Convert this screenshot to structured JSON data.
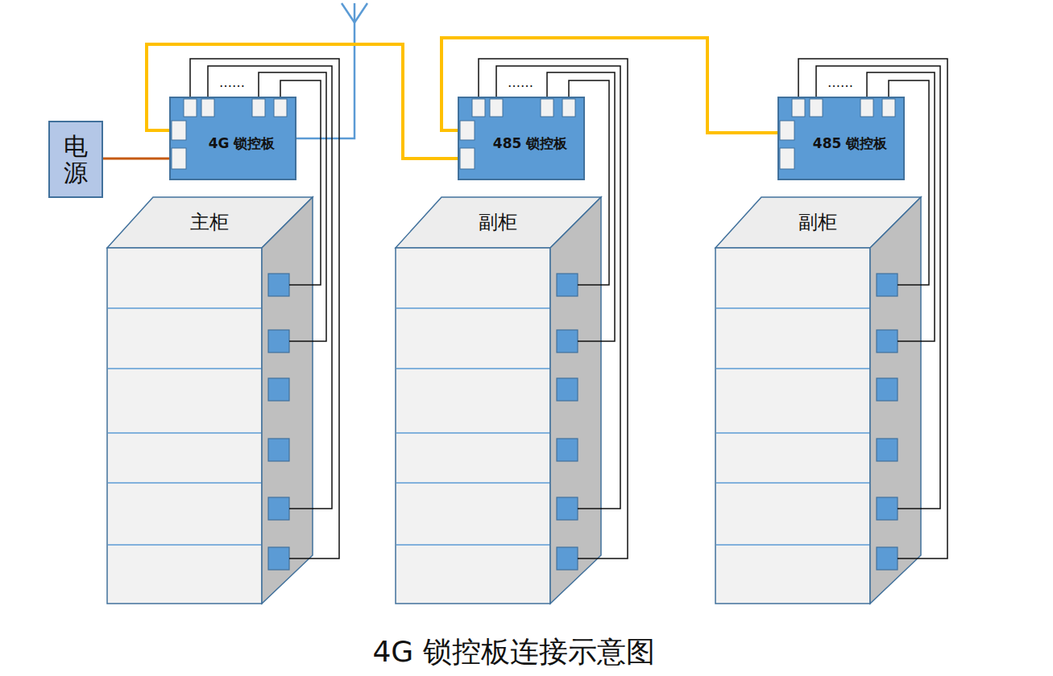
{
  "diagram": {
    "caption": "4G 锁控板连接示意图",
    "nodes": [
      {
        "text": [
          "电源"
        ]
      },
      {
        "text": [
          "4G 锁控板"
        ]
      },
      {
        "text": [
          "485 锁控板"
        ]
      },
      {
        "text": [
          "485 锁控板"
        ]
      },
      {
        "text": [
          "主柜"
        ]
      },
      {
        "text": [
          "副柜"
        ]
      },
      {
        "text": [
          "副柜"
        ]
      }
    ],
    "edges": [
      {
        "from": 0,
        "to": 1,
        "arrow": "none"
      },
      {
        "from": 1,
        "to": 2,
        "arrow": "none"
      },
      {
        "from": 2,
        "to": 3,
        "arrow": "none"
      },
      {
        "from": 1,
        "to": 4,
        "arrow": "none"
      },
      {
        "from": 2,
        "to": 5,
        "arrow": "none"
      },
      {
        "from": 3,
        "to": 6,
        "arrow": "none"
      }
    ],
    "labels": [
      "……",
      "……",
      "……"
    ]
  }
}
